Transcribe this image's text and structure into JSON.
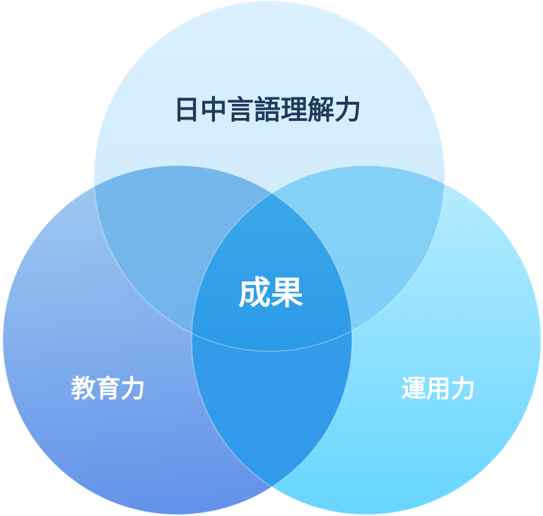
{
  "diagram": {
    "type": "venn",
    "sets": [
      {
        "id": "top",
        "label": "日中言語理解力",
        "color_from": "#d6efff",
        "color_to": "#c8e6fb"
      },
      {
        "id": "left",
        "label": "教育力",
        "color_from": "#a6cdf2",
        "color_to": "#5e8ee8"
      },
      {
        "id": "right",
        "label": "運用力",
        "color_from": "#b3ebff",
        "color_to": "#5ad2ff"
      }
    ],
    "center_label": "成果",
    "colors": {
      "center_top": "#3aa6e8",
      "center_bottom": "#1e8fe6",
      "top_text": "#1f3a5a",
      "side_text": "#ffffff"
    }
  }
}
